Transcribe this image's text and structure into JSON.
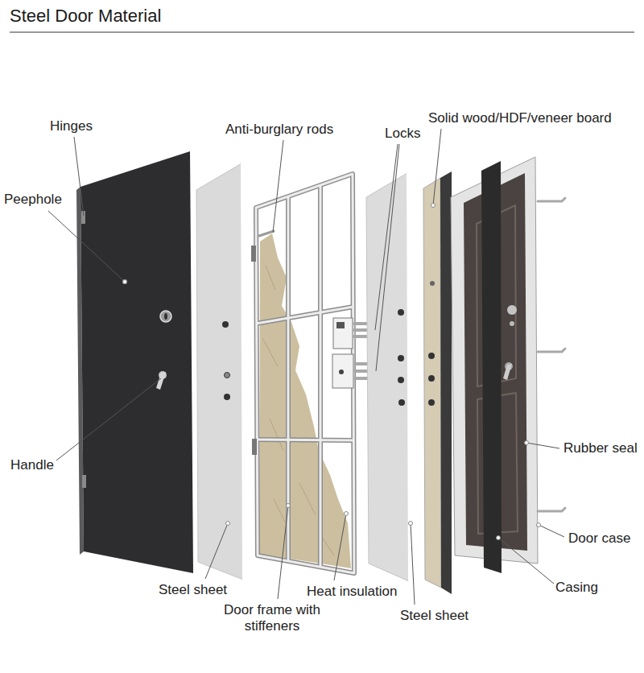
{
  "diagram": {
    "title": "Steel Door Material",
    "labels": [
      "Hinges",
      "Peephole",
      "Anti-burglary rods",
      "Locks",
      "Solid wood/HDF/veneer board",
      "Handle",
      "Rubber seal",
      "Door case",
      "Casing",
      "Steel sheet",
      "Door frame with stiffeners",
      "Heat insulation",
      "Steel sheet"
    ]
  }
}
